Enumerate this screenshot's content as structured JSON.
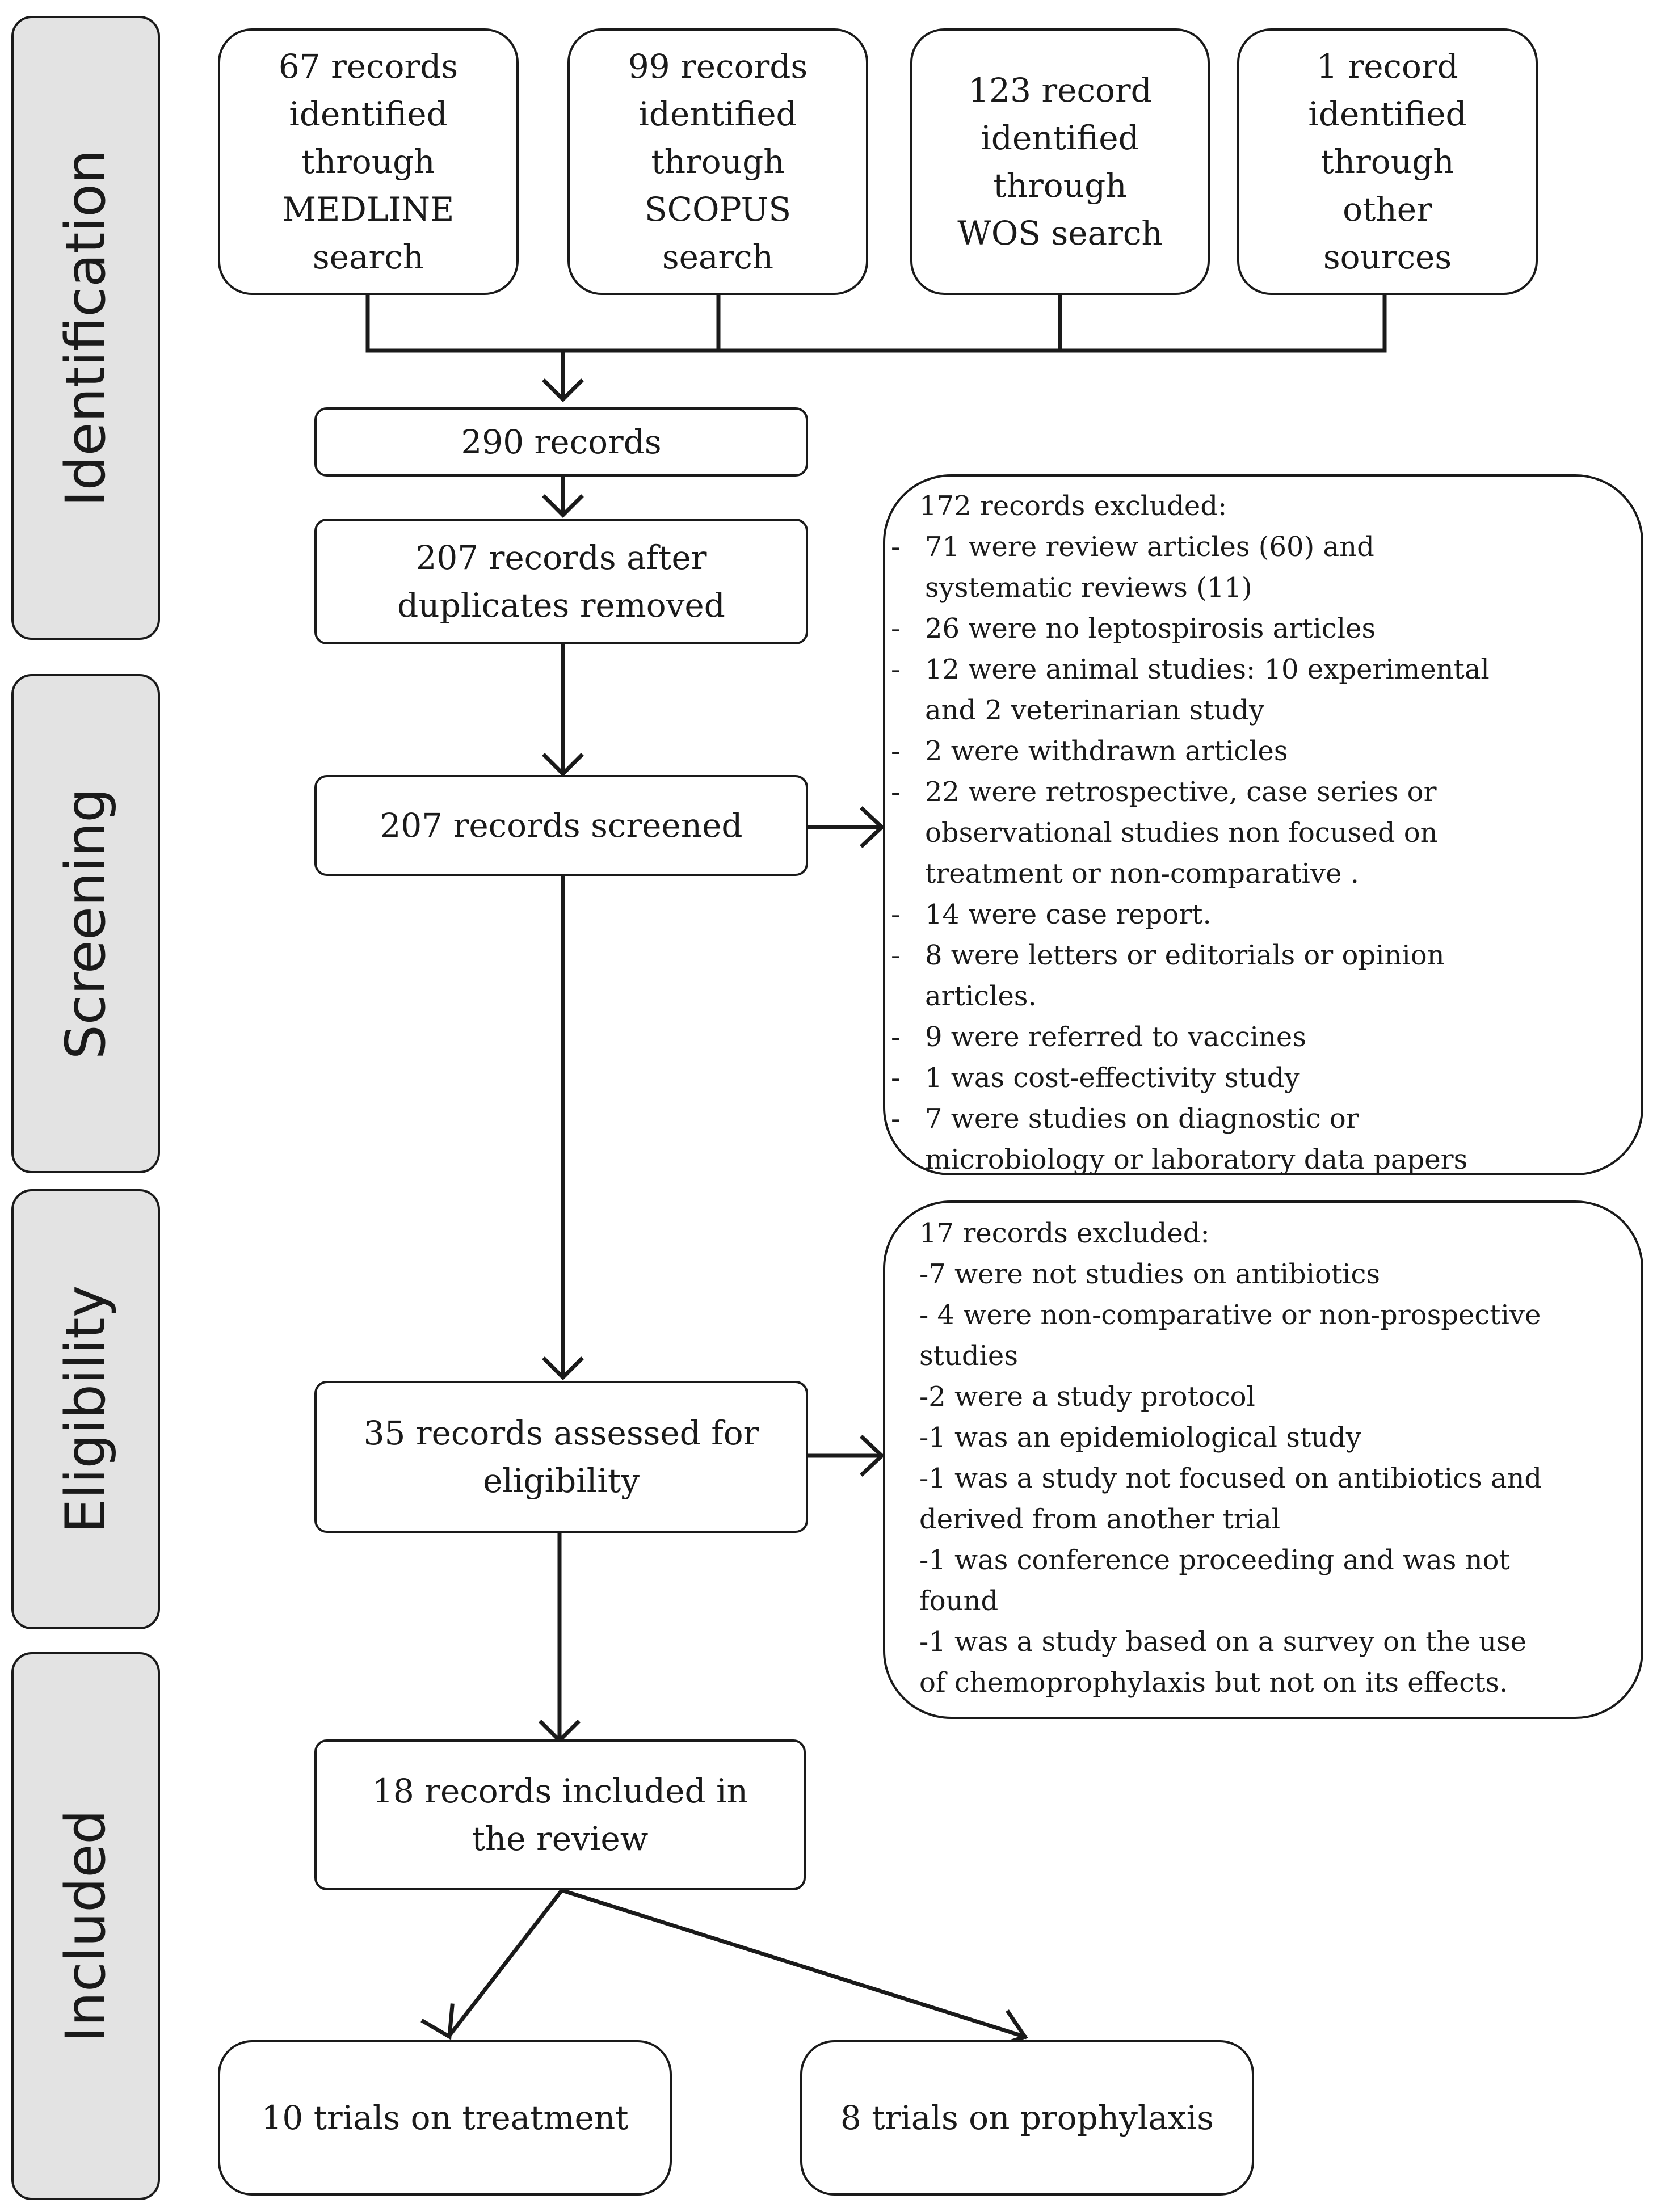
{
  "phases": [
    {
      "id": "identification",
      "label": "Identification"
    },
    {
      "id": "screening",
      "label": "Screening"
    },
    {
      "id": "eligibility",
      "label": "Eligibility"
    },
    {
      "id": "included",
      "label": "Included"
    }
  ],
  "sources": [
    {
      "id": "medline",
      "lines": [
        "67  records",
        "identified",
        "through",
        "MEDLINE",
        "search"
      ]
    },
    {
      "id": "scopus",
      "lines": [
        "99 records",
        "identified",
        "through",
        "SCOPUS",
        "search"
      ]
    },
    {
      "id": "wos",
      "lines": [
        "123 record",
        "identified",
        "through",
        "WOS search"
      ]
    },
    {
      "id": "other",
      "lines": [
        "1 record",
        "identified",
        "through",
        "other",
        "sources"
      ]
    }
  ],
  "flow": {
    "total": [
      "290 records"
    ],
    "deduplicated": [
      "207 records after",
      "duplicates removed"
    ],
    "screened": [
      "207 records screened"
    ],
    "assessed": [
      "35 records assessed for",
      "eligibility"
    ],
    "included": [
      "18 records included in",
      "the  review"
    ],
    "treatment": [
      "10 trials on treatment"
    ],
    "prophylaxis": [
      "8 trials on prophylaxis"
    ]
  },
  "screening_exclusions": {
    "title": "172 records excluded:",
    "items": [
      {
        "bullet": "-",
        "lines": [
          "71 were review articles (60) and",
          "systematic reviews (11)"
        ]
      },
      {
        "bullet": "-",
        "lines": [
          "26 were no leptospirosis articles"
        ]
      },
      {
        "bullet": "-",
        "lines": [
          "12 were animal studies: 10 experimental",
          "and 2 veterinarian  study"
        ]
      },
      {
        "bullet": "-",
        "lines": [
          "2 were withdrawn articles"
        ]
      },
      {
        "bullet": "-",
        "lines": [
          "22 were retrospective,  case series or",
          "observational studies non focused on",
          "treatment  or non-comparative  ."
        ]
      },
      {
        "bullet": "-",
        "lines": [
          "14 were case report."
        ]
      },
      {
        "bullet": "-",
        "lines": [
          "8 were letters or editorials or opinion",
          "articles."
        ]
      },
      {
        "bullet": "-",
        "lines": [
          "9 were referred  to vaccines"
        ]
      },
      {
        "bullet": "-",
        "lines": [
          "1 was cost-effectivity study"
        ]
      },
      {
        "bullet": "-",
        "lines": [
          "7 were studies on diagnostic  or",
          "microbiology or laboratory  data papers"
        ]
      }
    ]
  },
  "eligibility_exclusions": {
    "title": "17 records excluded:",
    "lines": [
      "-7 were not studies on antibiotics",
      "- 4 were non-comparative  or non-prospective",
      "studies",
      "-2 were a study protocol",
      "-1 was an epidemiological study",
      "-1 was a study not focused on antibiotics and",
      "derived from another trial",
      "-1 was conference proceeding  and was not",
      "found",
      "-1 was a study based on a survey on the use",
      "of chemoprophylaxis but not on its effects."
    ]
  }
}
